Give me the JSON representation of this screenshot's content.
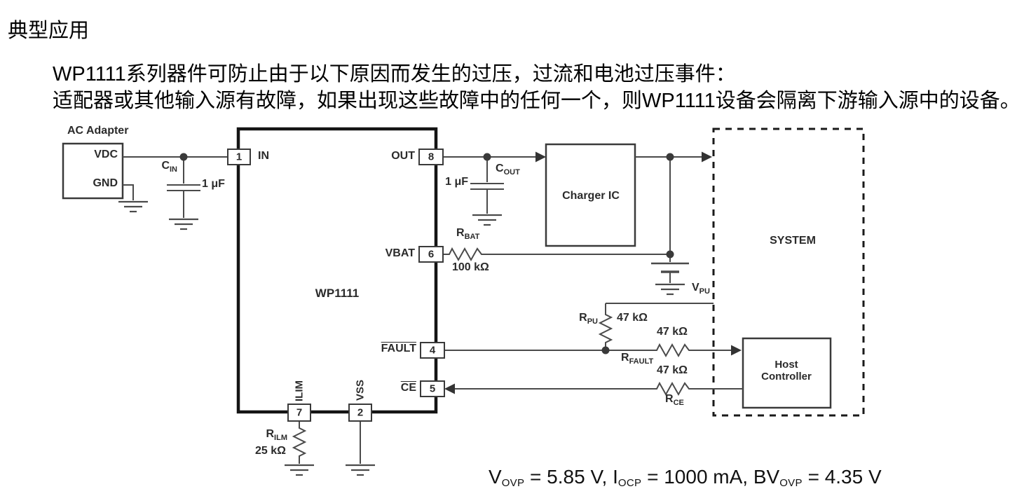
{
  "page": {
    "title": "典型应用",
    "description_line1": "WP1111系列器件可防止由于以下原因而发生的过压，过流和电池过压事件：",
    "description_line2": "适配器或其他输入源有故障，如果出现这些故障中的任何一个，则WP1111设备会隔离下游输入源中的设备。"
  },
  "colors": {
    "background": "#ffffff",
    "ink": "#2b2b2b",
    "wire": "#4a4a4a",
    "ic_outline": "#111111"
  },
  "diagram": {
    "blocks": {
      "ac_adapter": {
        "label": "AC Adapter",
        "vdc": "VDC",
        "gnd": "GND"
      },
      "main_ic": {
        "label": "WP1111"
      },
      "charger_ic": {
        "label": "Charger IC"
      },
      "system": {
        "label": "SYSTEM"
      },
      "host_controller": {
        "line1": "Host",
        "line2": "Controller"
      }
    },
    "pins": {
      "in": {
        "number": "1",
        "name": "IN"
      },
      "out": {
        "number": "8",
        "name": "OUT"
      },
      "vbat": {
        "number": "6",
        "name": "VBAT"
      },
      "fault": {
        "number": "4",
        "name": "FAULT"
      },
      "ce": {
        "number": "5",
        "name": "CE"
      },
      "ilim": {
        "number": "7",
        "name": "ILIM"
      },
      "vss": {
        "number": "2",
        "name": "VSS"
      }
    },
    "components": {
      "c_in": {
        "ref_main": "C",
        "ref_sub": "IN",
        "value": "1 μF"
      },
      "c_out": {
        "ref_main": "C",
        "ref_sub": "OUT",
        "value": "1 μF"
      },
      "r_bat": {
        "ref_main": "R",
        "ref_sub": "BAT",
        "value": "100 kΩ"
      },
      "r_pu": {
        "ref_main": "R",
        "ref_sub": "PU",
        "value": "47 kΩ"
      },
      "r_fault": {
        "ref_main": "R",
        "ref_sub": "FAULT",
        "value": "47 kΩ"
      },
      "r_ce": {
        "ref_main": "R",
        "ref_sub": "CE",
        "value": "47 kΩ"
      },
      "r_ilm": {
        "ref_main": "R",
        "ref_sub": "ILM",
        "value": "25 kΩ"
      },
      "v_pu": {
        "ref_main": "V",
        "ref_sub": "PU"
      }
    },
    "conditions": {
      "t1_main": "V",
      "t1_sub": "OVP",
      "t1_rest": " = 5.85 V, ",
      "t2_main": "I",
      "t2_sub": "OCP",
      "t2_rest": " = 1000 mA, ",
      "t3_main": "BV",
      "t3_sub": "OVP",
      "t3_rest": " = 4.35 V"
    }
  }
}
